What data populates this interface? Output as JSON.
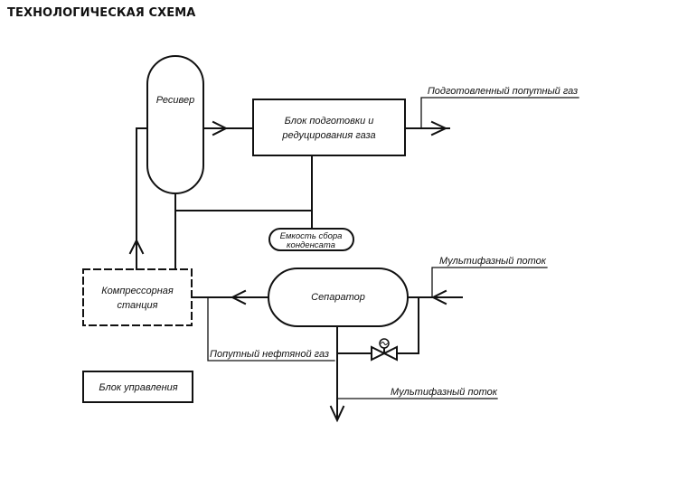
{
  "title": "ТЕХНОЛОГИЧЕСКАЯ СХЕМА",
  "nodes": {
    "receiver": "Ресивер",
    "prep_block": [
      "Блок подготовки и",
      "редуцирования газа"
    ],
    "condensate_tank": [
      "Емкость сбора",
      "конденсата"
    ],
    "compressor": [
      "Компрессорная",
      "станция"
    ],
    "separator": "Сепаратор",
    "control_block": "Блок управления"
  },
  "streams": {
    "prepared_gas": "Подготовленный попутный газ",
    "multiphase_in": "Мультифазный поток",
    "associated_gas": "Попутный нефтяной газ",
    "multiphase_out": "Мультифазный поток"
  },
  "colors": {
    "line": "#111111",
    "background": "#ffffff"
  }
}
